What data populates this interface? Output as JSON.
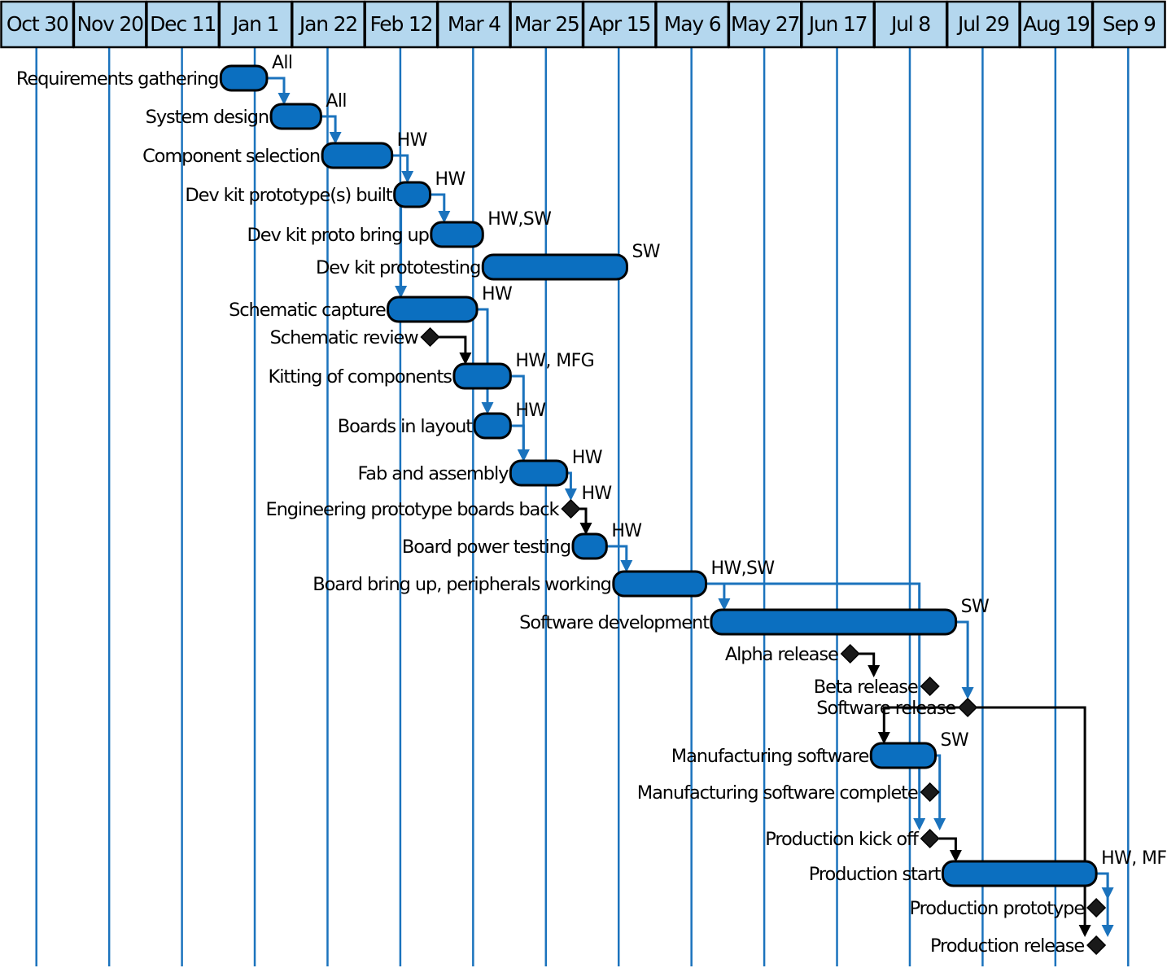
{
  "chart_data": {
    "type": "gantt",
    "timeline_ticks": [
      "Oct 30",
      "Nov 20",
      "Dec 11",
      "Jan 1",
      "Jan 22",
      "Feb 12",
      "Mar 4",
      "Mar 25",
      "Apr 15",
      "May 6",
      "May 27",
      "Jun 17",
      "Jul 8",
      "Jul 29",
      "Aug 19",
      "Sep 9"
    ],
    "tick_interval_days": 21,
    "tasks": [
      {
        "id": "t1",
        "name": "Requirements gathering",
        "kind": "task",
        "start": 63.7,
        "end": 77.0,
        "resource": "All"
      },
      {
        "id": "t2",
        "name": "System design",
        "kind": "task",
        "start": 78.2,
        "end": 92.6,
        "resource": "All"
      },
      {
        "id": "t3",
        "name": "Component selection",
        "kind": "task",
        "start": 93.0,
        "end": 113.1,
        "resource": "HW"
      },
      {
        "id": "t4",
        "name": "Dev kit prototype(s) built",
        "kind": "task",
        "start": 113.8,
        "end": 124.1,
        "resource": "HW"
      },
      {
        "id": "t5",
        "name": "Dev kit proto bring up",
        "kind": "task",
        "start": 124.4,
        "end": 139.3,
        "resource": "HW,SW"
      },
      {
        "id": "t6",
        "name": "Dev kit prototesting",
        "kind": "task",
        "start": 139.3,
        "end": 180.9,
        "resource": "SW"
      },
      {
        "id": "t7",
        "name": "Schematic capture",
        "kind": "task",
        "start": 111.9,
        "end": 137.6,
        "resource": "HW"
      },
      {
        "id": "t8",
        "name": "Schematic review",
        "kind": "milestone",
        "start": 124.1,
        "end": 124.1,
        "resource": ""
      },
      {
        "id": "t9",
        "name": "Kitting of components",
        "kind": "task",
        "start": 131.0,
        "end": 147.3,
        "resource": "HW, MFG"
      },
      {
        "id": "t10",
        "name": "Boards in layout",
        "kind": "task",
        "start": 136.9,
        "end": 147.3,
        "resource": "HW"
      },
      {
        "id": "t11",
        "name": "Fab and assembly",
        "kind": "task",
        "start": 147.3,
        "end": 163.6,
        "resource": "HW"
      },
      {
        "id": "t12",
        "name": "Engineering prototype boards back",
        "kind": "milestone",
        "start": 164.7,
        "end": 164.7,
        "resource": "HW"
      },
      {
        "id": "t13",
        "name": "Board power testing",
        "kind": "task",
        "start": 165.3,
        "end": 175.0,
        "resource": "HW"
      },
      {
        "id": "t14",
        "name": "Board bring up, peripherals working",
        "kind": "task",
        "start": 177.0,
        "end": 203.7,
        "resource": "HW,SW"
      },
      {
        "id": "t15",
        "name": "Software development",
        "kind": "task",
        "start": 205.2,
        "end": 275.8,
        "resource": "SW"
      },
      {
        "id": "t16",
        "name": "Alpha release",
        "kind": "milestone",
        "start": 245.3,
        "end": 245.3,
        "resource": ""
      },
      {
        "id": "t17",
        "name": "Beta release",
        "kind": "milestone",
        "start": 268.3,
        "end": 268.3,
        "resource": ""
      },
      {
        "id": "t18",
        "name": "Software release",
        "kind": "milestone",
        "start": 279.2,
        "end": 279.2,
        "resource": ""
      },
      {
        "id": "t19",
        "name": "Manufacturing software",
        "kind": "task",
        "start": 251.3,
        "end": 269.9,
        "resource": "SW"
      },
      {
        "id": "t20",
        "name": "Manufacturing software complete",
        "kind": "milestone",
        "start": 268.3,
        "end": 268.3,
        "resource": ""
      },
      {
        "id": "t21",
        "name": "Production kick off",
        "kind": "milestone",
        "start": 268.3,
        "end": 268.3,
        "resource": ""
      },
      {
        "id": "t22",
        "name": "Production start",
        "kind": "task",
        "start": 272.0,
        "end": 316.3,
        "resource": "HW, MFG"
      },
      {
        "id": "t23",
        "name": "Production prototype",
        "kind": "milestone",
        "start": 316.3,
        "end": 316.3,
        "resource": ""
      },
      {
        "id": "t24",
        "name": "Production release",
        "kind": "milestone",
        "start": 316.3,
        "end": 316.3,
        "resource": ""
      }
    ],
    "dependencies": [
      {
        "from": "t1",
        "to": "t2",
        "color": "blue"
      },
      {
        "from": "t2",
        "to": "t3",
        "color": "blue"
      },
      {
        "from": "t3",
        "to": "t4",
        "color": "blue"
      },
      {
        "from": "t4",
        "to": "t5",
        "color": "blue"
      },
      {
        "from": "t4",
        "to": "t7",
        "color": "blue"
      },
      {
        "from": "t8",
        "to": "t9",
        "color": "black"
      },
      {
        "from": "t7",
        "to": "t10",
        "color": "blue"
      },
      {
        "from": "t9",
        "to": "t11",
        "color": "blue"
      },
      {
        "from": "t10",
        "to": "t11",
        "color": "blue"
      },
      {
        "from": "t11",
        "to": "t12",
        "color": "blue"
      },
      {
        "from": "t12",
        "to": "t13",
        "color": "black"
      },
      {
        "from": "t13",
        "to": "t14",
        "color": "blue"
      },
      {
        "from": "t14",
        "to": "t15",
        "color": "blue"
      },
      {
        "from": "t14",
        "to": "t21",
        "color": "blue"
      },
      {
        "from": "t15",
        "to": "t18",
        "color": "blue"
      },
      {
        "from": "t16",
        "to": "t17",
        "color": "black"
      },
      {
        "from": "t18",
        "to": "t19",
        "color": "black"
      },
      {
        "from": "t18",
        "to": "t24",
        "color": "black"
      },
      {
        "from": "t19",
        "to": "t21",
        "color": "blue"
      },
      {
        "from": "t21",
        "to": "t22",
        "color": "black"
      },
      {
        "from": "t22",
        "to": "t23",
        "color": "blue"
      },
      {
        "from": "t22",
        "to": "t24",
        "color": "blue"
      }
    ],
    "colors": {
      "bar": "#0b6fc0",
      "header": "#b4d7ee",
      "gridline": "#1b73bd",
      "milestone": "#1a1a1a",
      "link_blue": "#1b73bd",
      "link_black": "#000000"
    }
  }
}
